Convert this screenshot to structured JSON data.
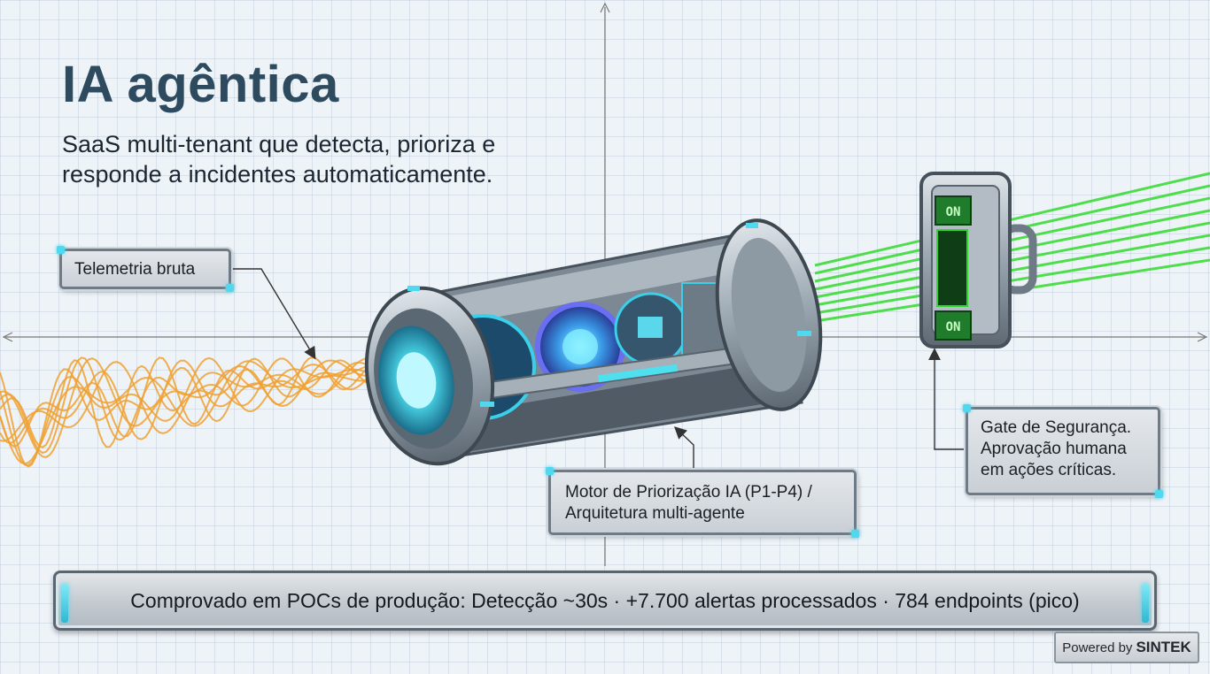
{
  "header": {
    "title": "IA agêntica",
    "subtitle": "SaaS multi-tenant que detecta, prioriza e responde a incidentes automaticamente."
  },
  "labels": {
    "telemetry": "Telemetria bruta",
    "motor": "Motor de Priorização IA (P1-P4) / Arquitetura multi-agente",
    "gate": "Gate de Segurança. Aprovação humana em ações críticas."
  },
  "switch": {
    "top": "ON",
    "bottom": "ON"
  },
  "banner": "Comprovado em POCs de produção: Detecção ~30s · +7.700 alertas processados · 784 endpoints (pico)",
  "footer": {
    "prefix": "Powered by",
    "brand": "SINTEK"
  },
  "colors": {
    "title": "#2e4a5e",
    "signal_raw": "#f0a030",
    "signal_approved": "#3ddc3a",
    "glow": "#4fd8ee",
    "metal": "#9aa6b0"
  }
}
